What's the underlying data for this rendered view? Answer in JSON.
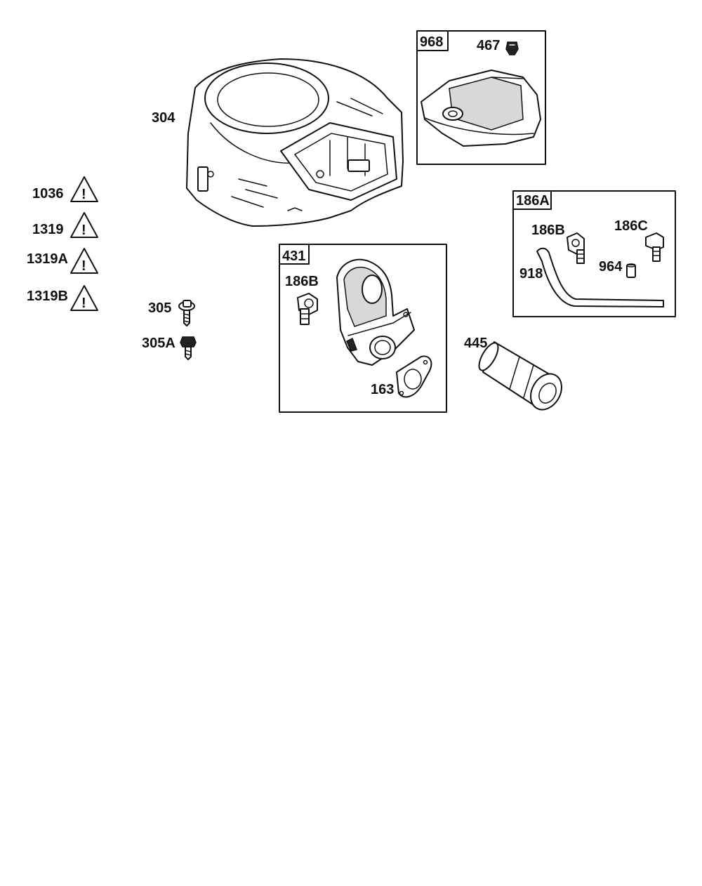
{
  "labels": {
    "p304": "304",
    "p968": "968",
    "p467": "467",
    "p1036": "1036",
    "p1319": "1319",
    "p1319A": "1319A",
    "p1319B": "1319B",
    "p186A": "186A",
    "p186B_right": "186B",
    "p186C": "186C",
    "p918": "918",
    "p964": "964",
    "p431": "431",
    "p186B_left": "186B",
    "p305": "305",
    "p305A": "305A",
    "p163": "163",
    "p445": "445"
  },
  "warning_glyph": "!",
  "icons": [
    "warning-icon"
  ]
}
